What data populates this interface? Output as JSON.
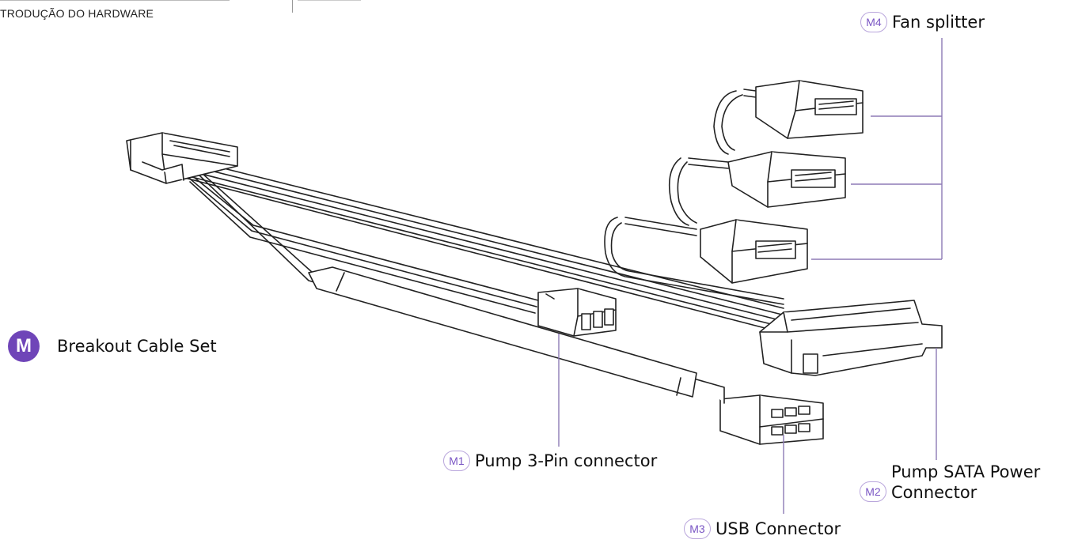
{
  "header": {
    "section": "TRODUÇÃO DO HARDWARE"
  },
  "main_label": {
    "badge": "M",
    "text": "Breakout Cable Set"
  },
  "callouts": [
    {
      "id": "m1",
      "badge": "M1",
      "text": "Pump 3-Pin connector"
    },
    {
      "id": "m2",
      "badge": "M2",
      "line1": "Pump SATA Power",
      "line2": "Connector"
    },
    {
      "id": "m3",
      "badge": "M3",
      "text": "USB Connector"
    },
    {
      "id": "m4",
      "badge": "M4",
      "text": "Fan splitter"
    }
  ],
  "colors": {
    "accent": "#6f45b8",
    "badge_border": "#b9a6dc",
    "leader": "#8d7ab5",
    "stroke": "#222222"
  }
}
